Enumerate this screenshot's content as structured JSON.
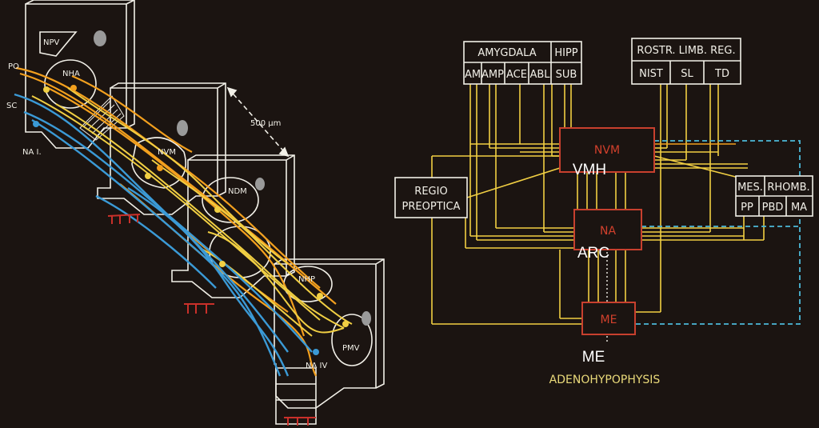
{
  "colors": {
    "background": "#1b1411",
    "box_outline": "#f2f0e8",
    "nucleus_outline": "#c8402e",
    "fiber_orange": "#f3a01e",
    "fiber_yellow": "#f1cf43",
    "fiber_blue": "#3b9ad6",
    "fiber_dashed": "#4cb8d8",
    "terminal_red": "#c9302a"
  },
  "left_panel": {
    "labels": {
      "npv": "NPV",
      "nha": "NHA",
      "po": "PO",
      "sc": "SC",
      "na_i": "NA I.",
      "scale": "500 µm",
      "nvm": "NVM",
      "ndm": "NDM",
      "nhp": "NHP",
      "pmv": "PMV",
      "na_iv": "NA IV"
    }
  },
  "right_panel": {
    "amygdala": {
      "title": "AMYGDALA",
      "cells": [
        "AM",
        "AMP",
        "ACE",
        "ABL"
      ]
    },
    "hipp": {
      "title": "HIPP",
      "cell": "SUB"
    },
    "rostr": {
      "title": "ROSTR. LIMB. REG.",
      "cells": [
        "NIST",
        "SL",
        "TD"
      ]
    },
    "regio": {
      "line1": "REGIO",
      "line2": "PREOPTICA"
    },
    "mes": {
      "title_left": "MES.",
      "title_right": "RHOMB.",
      "cells": [
        "PP",
        "PBD",
        "MA"
      ]
    },
    "nvm": {
      "label": "NVM",
      "overlay": "VMH"
    },
    "na": {
      "label": "NA",
      "overlay": "ARC"
    },
    "me": {
      "label": "ME",
      "overlay": "ME"
    },
    "bottom_label": "ADENOHYPOPHYSIS"
  }
}
